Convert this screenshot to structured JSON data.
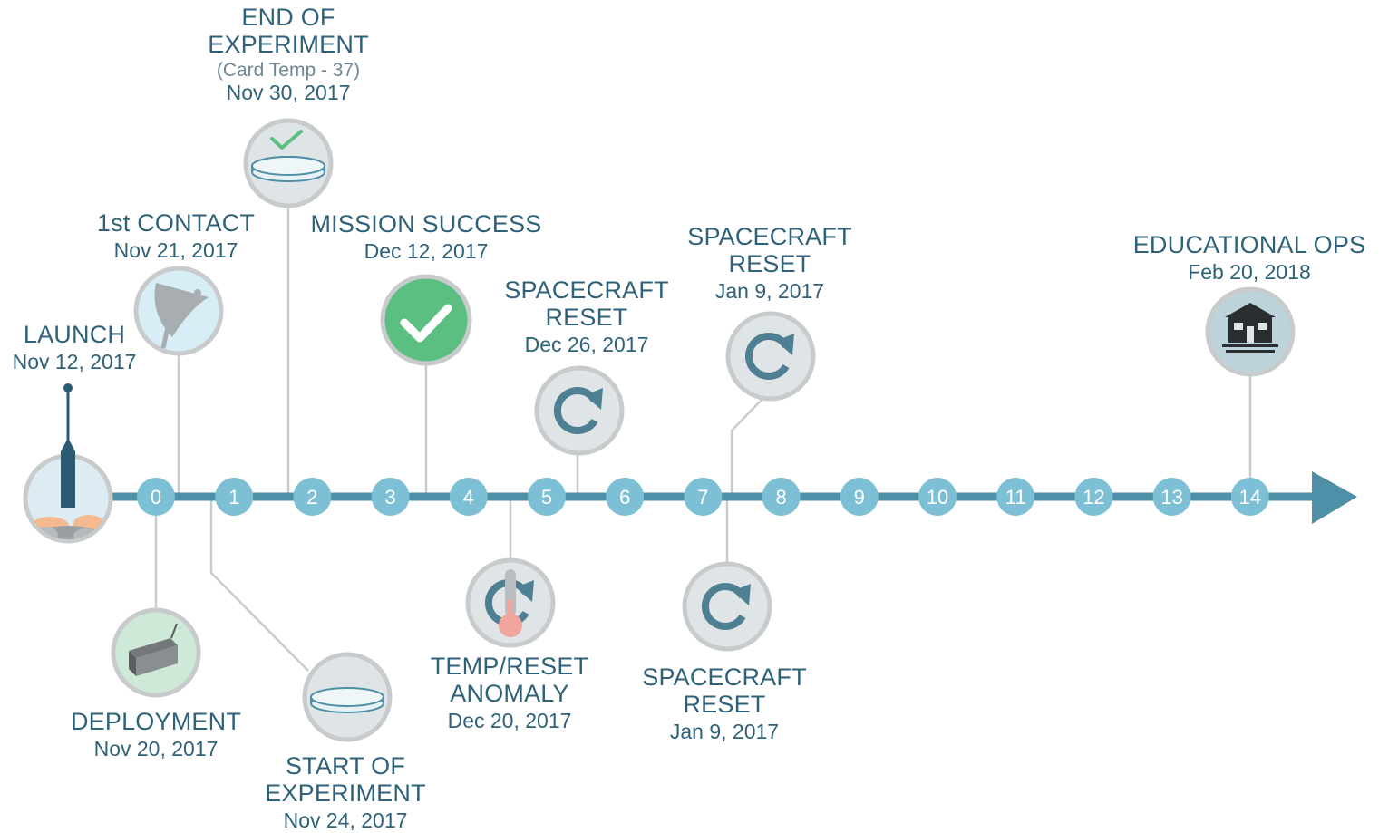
{
  "colors": {
    "axis": "#4e90a8",
    "tick_fill": "#7dbfd5",
    "tick_text": "#ffffff",
    "connector": "#c9cccd",
    "circle_ring": "#c8cbcc",
    "circle_fill_default": "#dfe4e6",
    "success_fill": "#5cbf82",
    "contact_fill": "#d8eef6",
    "deployment_fill": "#cfe9d9",
    "educational_fill": "#bcd3dc",
    "text": "#2f6279"
  },
  "axis": {
    "ticks": [
      "0",
      "1",
      "2",
      "3",
      "4",
      "5",
      "6",
      "7",
      "8",
      "9",
      "10",
      "11",
      "12",
      "13",
      "14"
    ]
  },
  "events": {
    "launch": {
      "title": "LAUNCH",
      "date": "Nov 12, 2017",
      "icon": "rocket-icon"
    },
    "first_contact": {
      "title": "1st CONTACT",
      "date": "Nov 21, 2017",
      "icon": "satellite-dish-icon"
    },
    "end_experiment": {
      "title_line1": "END OF",
      "title_line2": "EXPERIMENT",
      "subtitle": "(Card Temp - 37)",
      "date": "Nov 30, 2017",
      "icon": "petri-dish-check-icon"
    },
    "mission_success": {
      "title": "MISSION SUCCESS",
      "date": "Dec 12, 2017",
      "icon": "checkmark-icon"
    },
    "reset_dec26": {
      "title_line1": "SPACECRAFT",
      "title_line2": "RESET",
      "date": "Dec 26, 2017",
      "icon": "reset-icon"
    },
    "reset_jan9_top": {
      "title_line1": "SPACECRAFT",
      "title_line2": "RESET",
      "date": "Jan 9, 2017",
      "icon": "reset-icon"
    },
    "educational_ops": {
      "title": "EDUCATIONAL OPS",
      "date": "Feb 20, 2018",
      "icon": "school-building-icon"
    },
    "deployment": {
      "title": "DEPLOYMENT",
      "date": "Nov 20, 2017",
      "icon": "cubesat-icon"
    },
    "start_experiment": {
      "title_line1": "START OF",
      "title_line2": "EXPERIMENT",
      "date": "Nov 24, 2017",
      "icon": "petri-dish-icon"
    },
    "temp_reset": {
      "title_line1": "TEMP/RESET",
      "title_line2": "ANOMALY",
      "date": "Dec 20, 2017",
      "icon": "thermometer-reset-icon"
    },
    "reset_jan9_bottom": {
      "title_line1": "SPACECRAFT",
      "title_line2": "RESET",
      "date": "Jan 9, 2017",
      "icon": "reset-icon"
    }
  }
}
